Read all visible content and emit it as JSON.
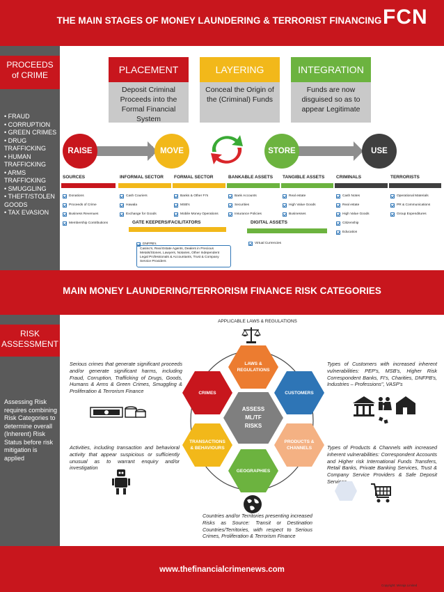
{
  "header": {
    "title": "THE MAIN STAGES OF MONEY LAUNDERING & TERRORIST FINANCING",
    "logo": "FCN"
  },
  "proceeds": {
    "title_line1": "PROCEEDS",
    "title_line2": "of CRIME",
    "crimes": [
      "FRAUD",
      "CORRUPTION",
      "GREEN CRIMES",
      "DRUG TRAFFICKING",
      "HUMAN TRAFFICKING",
      "ARMS TRAFFICKING",
      "SMUGGLING",
      "THEFT/STOLEN GOODS",
      "TAX EVASION"
    ]
  },
  "stages": [
    {
      "name": "PLACEMENT",
      "desc": "Deposit Criminal Proceeds into the Formal Financial System",
      "color": "#c8161d"
    },
    {
      "name": "LAYERING",
      "desc": "Conceal the Origin of the (Criminal) Funds",
      "color": "#f2b81a"
    },
    {
      "name": "INTEGRATION",
      "desc": "Funds are now disguised so as to appear Legitimate",
      "color": "#6cb33f"
    }
  ],
  "flow": [
    {
      "label": "RAISE",
      "color": "#c8161d"
    },
    {
      "label": "MOVE",
      "color": "#f2b81a"
    },
    {
      "label": "STORE",
      "color": "#6cb33f"
    },
    {
      "label": "USE",
      "color": "#3f3f3f"
    }
  ],
  "columns": [
    {
      "title": "SOURCES",
      "color": "#c8161d",
      "items": [
        "Donations",
        "Proceeds of Crime",
        "Business Revenues",
        "Membership Contributions"
      ]
    },
    {
      "title": "INFORMAL SECTOR",
      "color": "#f2b81a",
      "items": [
        "Cash Couriers",
        "Hawala",
        "Exchange for Goods"
      ]
    },
    {
      "title": "FORMAL SECTOR",
      "color": "#f2b81a",
      "items": [
        "Banks & Other FI's",
        "MSB's",
        "Mobile Money Operations"
      ]
    },
    {
      "title": "BANKABLE ASSETS",
      "color": "#6cb33f",
      "items": [
        "Bank Accounts",
        "Securities",
        "Insurance Policies"
      ]
    },
    {
      "title": "TANGIBLE ASSETS",
      "color": "#6cb33f",
      "items": [
        "Real estate",
        "High Value Goods",
        "Businesses"
      ]
    },
    {
      "title": "CRIMINALS",
      "color": "#3f3f3f",
      "items": [
        "Cash Notes",
        "Real estate",
        "High Value Goods",
        "Citizenship",
        "Education"
      ]
    },
    {
      "title": "TERRORISTS",
      "color": "#3f3f3f",
      "items": [
        "Operational Materials",
        "PR & Communications",
        "Group Expenditures"
      ]
    }
  ],
  "gatekeepers": {
    "title": "GATE KEEPERS/FACILITATORS",
    "item": "DNFPB's",
    "detail": "Casino's, Real Estate Agents, Dealers in Precious Metals/Stones, Lawyers, Notaries, Other Independent Legal Professionals & Accountants, Trust & Company Service Providers"
  },
  "digital": {
    "title": "DIGITAL ASSETS",
    "item": "Virtual Currencies"
  },
  "risk": {
    "band_title": "MAIN MONEY LAUNDERING/TERRORISM FINANCE RISK CATEGORIES",
    "side_title_line1": "RISK",
    "side_title_line2": "ASSESSMENT",
    "side_text": "Assessing Risk requires combining Risk Categories to determine overall (Inherent) Risk Status before risk mitigation is applied",
    "laws_label": "APPLICABLE LAWS & REGULATIONS",
    "hexes": {
      "center": "ASSESS ML/TF RISKS",
      "laws": "LAWS & REGULATIONS",
      "crimes": "CRIMES",
      "customers": "CUSTOMERS",
      "transactions": "TRANSACTIONS & BEHAVIOURS",
      "products": "PRODUCTS & CHANNELS",
      "geographies": "GEOGRAPHIES"
    },
    "colors": {
      "center": "#7f7f7f",
      "laws": "#ec7c30",
      "crimes": "#c8161d",
      "customers": "#2e75b6",
      "transactions": "#f2b81a",
      "products": "#f4b183",
      "geographies": "#6cb33f"
    },
    "crimes_text": "Serious crimes that generate significant proceeds and/or generate significant harms, including Fraud, Corruption, Trafficking of Drugs, Goods, Humans & Arms & Green Crimes, Smuggling & Proliferation & Terrorism Finance",
    "customers_text": "Types of Customers with increased inherent vulnerabilities: PEP's, MSB's, Higher Risk Correspondent Banks, FI's, Charities, DNFPB's, Industries – Professions\", VASP's",
    "transactions_text": "Activities, including transaction and behavioral activity that appear suspicious or sufficiently unusual as to warrant enquiry and/or investigation",
    "products_text": "Types of Products & Channels with increased inherent vulnerabilities: Correspondent Accounts and Higher risk International Funds Transfers, Retail Banks, Private Banking Services, Trust & Company Service Providers & Safe Deposit Services",
    "geo_text": "Countries and/or Territories presenting increased Risks as Source: Transit or Destination Countries/Territories, with respect to Serious Crimes, Proliferation & Terrorism Finance"
  },
  "footer": {
    "url": "www.thefinancialcrimenews.com",
    "copyright": "Copyright: Mirraja Limited"
  }
}
